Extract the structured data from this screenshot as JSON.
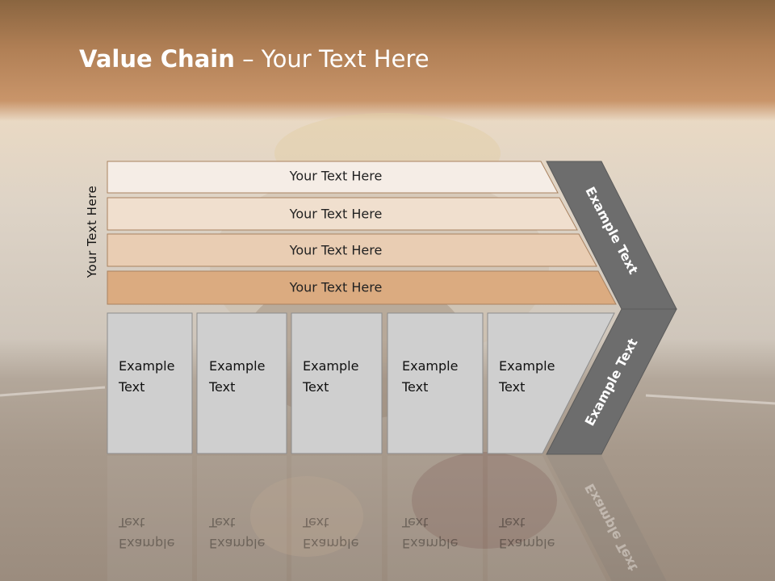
{
  "title": {
    "bold": "Value Chain",
    "rest": " – Your Text Here"
  },
  "side_label": "Your Text Here",
  "bands": [
    {
      "label": "Your Text Here",
      "color": "#f5ede6"
    },
    {
      "label": "Your Text Here",
      "color": "#f0dfce"
    },
    {
      "label": "Your Text Here",
      "color": "#e9cdb3"
    },
    {
      "label": "Your Text Here",
      "color": "#dbab80"
    }
  ],
  "boxes": [
    {
      "line1": "Example",
      "line2": "Text"
    },
    {
      "line1": "Example",
      "line2": "Text"
    },
    {
      "line1": "Example",
      "line2": "Text"
    },
    {
      "line1": "Example",
      "line2": "Text"
    },
    {
      "line1": "Example",
      "line2": "Text"
    }
  ],
  "chevron": {
    "top_label": "Example Text",
    "bottom_label": "Example Text",
    "color": "#6d6d6d"
  },
  "colors": {
    "box_fill": "#cfcfcf",
    "box_stroke": "#8c8c8c",
    "band_stroke": "#a98260"
  }
}
